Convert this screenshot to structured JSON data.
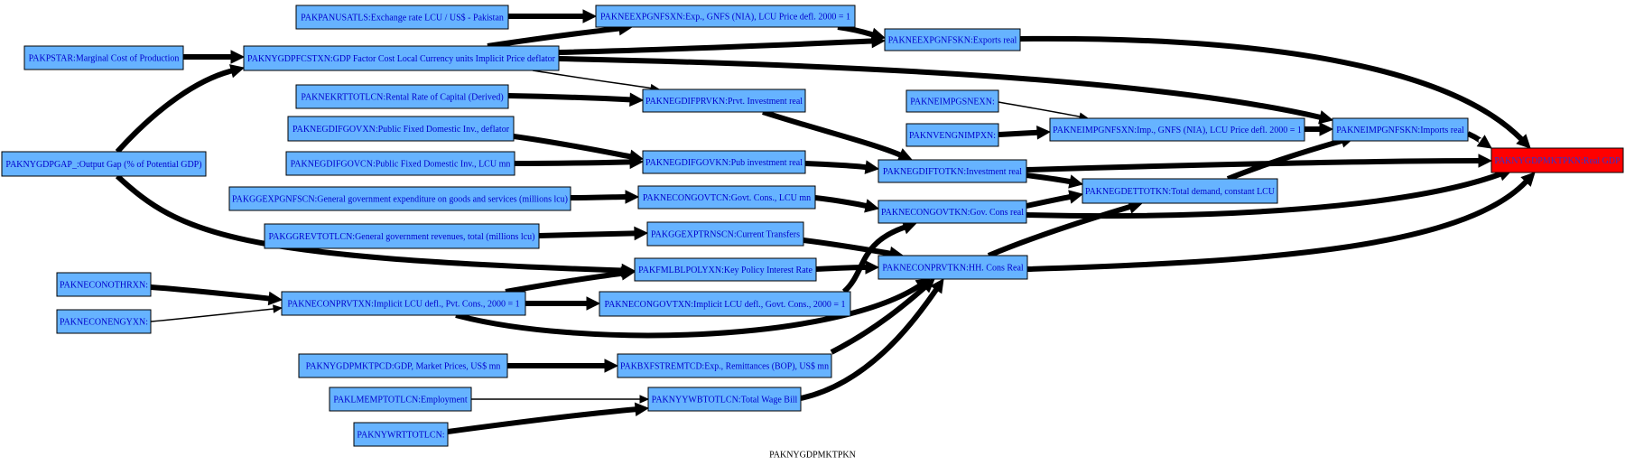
{
  "graph": {
    "caption": "PAKNYGDPMKTPKN"
  },
  "colors": {
    "node_fill": "#66b3ff",
    "node_text": "#0000cc",
    "target_fill": "#ff0000",
    "target_text": "#3333cc",
    "edge": "#000000"
  },
  "nodes": [
    {
      "id": "pakpanusatls",
      "label": "PAKPANUSATLS:Exchange rate LCU / US$ - Pakistan"
    },
    {
      "id": "pakneexpgnfsxn",
      "label": "PAKNEEXPGNFSXN:Exp., GNFS (NIA), LCU Price defl. 2000 = 1"
    },
    {
      "id": "pakneexpgnfskn",
      "label": "PAKNEEXPGNFSKN:Exports real"
    },
    {
      "id": "pakpstar",
      "label": "PAKPSTAR:Marginal Cost of Production"
    },
    {
      "id": "paknygdpfcstxn",
      "label": "PAKNYGDPFCSTXN:GDP Factor Cost Local Currency units Implicit Price deflator"
    },
    {
      "id": "paknekrttotlcn",
      "label": "PAKNEKRTTOTLCN:Rental Rate of Capital (Derived)"
    },
    {
      "id": "paknegdifprvkn",
      "label": "PAKNEGDIFPRVKN:Prvt. Investment real"
    },
    {
      "id": "pakneimpgsnexn",
      "label": "PAKNEIMPGSNEXN:"
    },
    {
      "id": "paknvengnimpxn",
      "label": "PAKNVENGNIMPXN:"
    },
    {
      "id": "pakneimpgnfsxn",
      "label": "PAKNEIMPGNFSXN:Imp., GNFS (NIA), LCU Price defl. 2000 = 1"
    },
    {
      "id": "pakneimpgnfskn",
      "label": "PAKNEIMPGNFSKN:Imports real"
    },
    {
      "id": "paknegdifgovxn",
      "label": "PAKNEGDIFGOVXN:Public Fixed Domestic Inv., deflator"
    },
    {
      "id": "paknygdpgap",
      "label": "PAKNYGDPGAP_:Output Gap (% of Potential GDP)"
    },
    {
      "id": "paknegdifgovkn",
      "label": "PAKNEGDIFGOVKN:Pub investment real"
    },
    {
      "id": "paknegdifgovcn",
      "label": "PAKNEGDIFGOVCN:Public Fixed Domestic Inv., LCU mn"
    },
    {
      "id": "paknegdiftotkn",
      "label": "PAKNEGDIFTOTKN:Investment real"
    },
    {
      "id": "paknygdpmktpkn",
      "label": "PAKNYGDPMKTPKN:Real GDP"
    },
    {
      "id": "pakggexpgnfscn",
      "label": "PAKGGEXPGNFSCN:General government expenditure on goods and services (millions lcu)"
    },
    {
      "id": "pakneconkovtcn",
      "label": "PAKNECONGOVTCN:Govt. Cons., LCU mn"
    },
    {
      "id": "paknegdettotkn",
      "label": "PAKNEGDETTOTKN:Total demand, constant LCU"
    },
    {
      "id": "pakneconkovtkn",
      "label": "PAKNECONGOVTKN:Gov. Cons real"
    },
    {
      "id": "pakggrevtotlcn",
      "label": "PAKGGREVTOTLCN:General government revenues, total (millions lcu)"
    },
    {
      "id": "pakggexptrnscn",
      "label": "PAKGGEXPTRNSCN:Current Transfers"
    },
    {
      "id": "pakneconothrxn",
      "label": "PAKNECONOTHRXN:"
    },
    {
      "id": "pakfmlblpolyxn",
      "label": "PAKFMLBLPOLYXN:Key Policy Interest Rate"
    },
    {
      "id": "pakneconprvtkn",
      "label": "PAKNECONPRVTKN:HH. Cons Real"
    },
    {
      "id": "pakneconprvtxn",
      "label": "PAKNECONPRVTXN:Implicit LCU defl., Pvt. Cons., 2000 = 1"
    },
    {
      "id": "pakneconkovtxn",
      "label": "PAKNECONGOVTXN:Implicit LCU defl., Govt. Cons., 2000 = 1"
    },
    {
      "id": "pakneconengyxn",
      "label": "PAKNECONENGYXN:"
    },
    {
      "id": "paknygdpmktpcd",
      "label": "PAKNYGDPMKTPCD:GDP, Market Prices, US$ mn"
    },
    {
      "id": "pakbxfstremtcd",
      "label": "PAKBXFSTREMTCD:Exp., Remittances (BOP), US$ mn"
    },
    {
      "id": "paklmemptotlcn",
      "label": "PAKLMEMPTOTLCN:Employment"
    },
    {
      "id": "paknyywbtotlcn",
      "label": "PAKNYYWBTOTLCN:Total Wage Bill"
    },
    {
      "id": "paknywrttotlcn",
      "label": "PAKNYWRTTOTLCN:"
    }
  ],
  "edges": [
    {
      "from": "pakpanusatls",
      "to": "pakneexpgnfsxn"
    },
    {
      "from": "pakneexpgnfsxn",
      "to": "pakneexpgnfskn"
    },
    {
      "from": "pakpstar",
      "to": "paknygdpfcstxn"
    },
    {
      "from": "paknygdpgap",
      "to": "paknygdpfcstxn"
    },
    {
      "from": "paknygdpfcstxn",
      "to": "pakneexpgnfsxn"
    },
    {
      "from": "paknygdpfcstxn",
      "to": "pakneexpgnfskn"
    },
    {
      "from": "paknygdpfcstxn",
      "to": "paknegdifprvkn"
    },
    {
      "from": "paknygdpfcstxn",
      "to": "pakneimpgnfskn"
    },
    {
      "from": "pakneexpgnfskn",
      "to": "paknygdpmktpkn"
    },
    {
      "from": "paknekrttotlcn",
      "to": "paknegdifprvkn"
    },
    {
      "from": "paknegdifprvkn",
      "to": "paknegdiftotkn"
    },
    {
      "from": "pakneimpgsnexn",
      "to": "pakneimpgnfsxn"
    },
    {
      "from": "paknvengnimpxn",
      "to": "pakneimpgnfsxn"
    },
    {
      "from": "pakneimpgnfsxn",
      "to": "pakneimpgnfskn"
    },
    {
      "from": "pakneimpgnfskn",
      "to": "paknygdpmktpkn"
    },
    {
      "from": "paknegdifgovxn",
      "to": "paknegdifgovkn"
    },
    {
      "from": "paknegdifgovcn",
      "to": "paknegdifgovkn"
    },
    {
      "from": "paknegdifgovkn",
      "to": "paknegdiftotkn"
    },
    {
      "from": "paknegdiftotkn",
      "to": "paknygdpmktpkn"
    },
    {
      "from": "paknegdiftotkn",
      "to": "paknegdettotkn"
    },
    {
      "from": "paknegdettotkn",
      "to": "pakneimpgnfskn"
    },
    {
      "from": "pakggexpgnfscn",
      "to": "pakneconkovtcn"
    },
    {
      "from": "pakneconkovtcn",
      "to": "pakneconkovtkn"
    },
    {
      "from": "pakneconkovtkn",
      "to": "paknegdettotkn"
    },
    {
      "from": "pakneconkovtkn",
      "to": "paknygdpmktpkn"
    },
    {
      "from": "pakggrevtotlcn",
      "to": "pakggexptrnscn"
    },
    {
      "from": "pakggexptrnscn",
      "to": "pakneconprvtkn"
    },
    {
      "from": "paknygdpgap",
      "to": "pakfmlblpolyxn"
    },
    {
      "from": "pakfmlblpolyxn",
      "to": "pakneconprvtkn"
    },
    {
      "from": "pakneconothrxn",
      "to": "pakneconprvtxn"
    },
    {
      "from": "pakneconengyxn",
      "to": "pakneconprvtxn"
    },
    {
      "from": "pakneconprvtxn",
      "to": "pakfmlblpolyxn"
    },
    {
      "from": "pakneconprvtxn",
      "to": "pakneconkovtxn"
    },
    {
      "from": "pakneconprvtxn",
      "to": "pakneconprvtkn"
    },
    {
      "from": "pakneconkovtxn",
      "to": "pakneconkovtkn"
    },
    {
      "from": "pakneconprvtkn",
      "to": "paknegdettotkn"
    },
    {
      "from": "pakneconprvtkn",
      "to": "paknygdpmktpkn"
    },
    {
      "from": "paknygdpmktpcd",
      "to": "pakbxfstremtcd"
    },
    {
      "from": "pakbxfstremtcd",
      "to": "pakneconprvtkn"
    },
    {
      "from": "paklmemptotlcn",
      "to": "paknyywbtotlcn"
    },
    {
      "from": "paknywrttotlcn",
      "to": "paknyywbtotlcn"
    },
    {
      "from": "paknyywbtotlcn",
      "to": "pakneconprvtkn"
    }
  ]
}
